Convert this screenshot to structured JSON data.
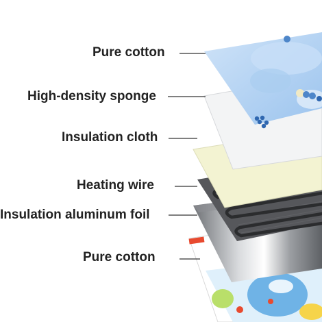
{
  "diagram": {
    "layers": [
      {
        "id": "pure-cotton-top",
        "label": "Pure cotton",
        "color": "#b9d6f4"
      },
      {
        "id": "high-density-sponge",
        "label": "High-density sponge",
        "color": "#f3f4f5"
      },
      {
        "id": "insulation-cloth",
        "label": "Insulation cloth",
        "color": "#f3f3d2"
      },
      {
        "id": "heating-wire",
        "label": "Heating wire",
        "color": "#58595c"
      },
      {
        "id": "insulation-aluminum-foil",
        "label": "Insulation aluminum foil",
        "color": "#a3a5a9"
      },
      {
        "id": "pure-cotton-bottom",
        "label": "Pure cotton",
        "color": "#ffffff"
      }
    ]
  }
}
